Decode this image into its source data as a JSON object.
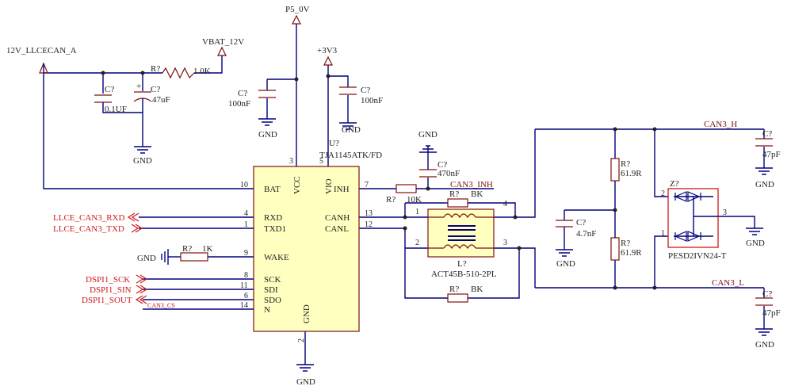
{
  "labels": {
    "p5v": "P5_0V",
    "v3v3": "+3V3",
    "vbat": "VBAT_12V",
    "v12": "12V_LLCECAN_A",
    "gnd": "GND",
    "can3h": "CAN3_H",
    "can3l": "CAN3_L",
    "can3inh": "CAN3_INH",
    "can3cs": "CAN3_CS"
  },
  "ic": {
    "ref": "U?",
    "part": "TJA1145ATK/FD",
    "pins_left": [
      "BAT",
      "RXD",
      "TXD1",
      "WAKE",
      "SCK",
      "SDI",
      "SDO",
      "N"
    ],
    "pins_left_num": [
      "10",
      "4",
      "1",
      "9",
      "8",
      "11",
      "6",
      "14"
    ],
    "pins_right": [
      "INH",
      "CANH",
      "CANL"
    ],
    "pins_right_num": [
      "7",
      "13",
      "12"
    ],
    "pins_top": [
      "VCC",
      "VIO"
    ],
    "pins_top_num": [
      "3",
      "5"
    ],
    "pin_bottom": "GND",
    "pin_bottom_num": "2"
  },
  "signals": {
    "rxd": "LLCE_CAN3_RXD",
    "txd": "LLCE_CAN3_TXD",
    "sck": "DSPI1_SCK",
    "sin": "DSPI1_SIN",
    "sout": "DSPI1_SOUT"
  },
  "components": {
    "c1": {
      "ref": "C?",
      "value": "0.1UF"
    },
    "c2": {
      "ref": "C?",
      "value": "47uF"
    },
    "c3": {
      "ref": "C?",
      "value": "100nF"
    },
    "c4": {
      "ref": "C?",
      "value": "100nF"
    },
    "c5": {
      "ref": "C?",
      "value": "470nF"
    },
    "c6": {
      "ref": "C?",
      "value": "4.7nF"
    },
    "c7": {
      "ref": "C?",
      "value": "47pF"
    },
    "c8": {
      "ref": "C?",
      "value": "47pF"
    },
    "r1": {
      "ref": "R?",
      "value": "1.0K"
    },
    "r2": {
      "ref": "R?",
      "value": "10K"
    },
    "r3": {
      "ref": "R?",
      "value": "1K"
    },
    "r4": {
      "ref": "R?",
      "value": "BK"
    },
    "r5": {
      "ref": "R?",
      "value": "BK"
    },
    "r6": {
      "ref": "R?",
      "value": "61.9R"
    },
    "r7": {
      "ref": "R?",
      "value": "61.9R"
    },
    "choke": {
      "ref": "L?",
      "part": "ACT45B-510-2PL",
      "pins": [
        "1",
        "2",
        "3",
        "4"
      ]
    },
    "tvs": {
      "ref": "Z?",
      "part": "PESD2IVN24-T",
      "pins": [
        "2",
        "1",
        "3"
      ]
    }
  },
  "colors": {
    "wire": "#00007f",
    "part": "#7f1010",
    "ic_fill": "#ffffc0",
    "net_red": "#d01818",
    "choke_fill": "#ffffc0",
    "tvs_border": "#d01818"
  }
}
